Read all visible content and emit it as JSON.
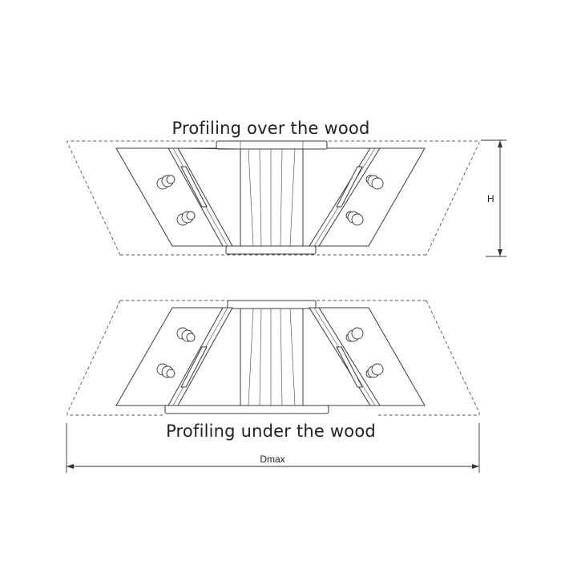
{
  "labels": {
    "over_title": "Profiling over the wood",
    "under_title": "Profiling under the wood",
    "height_dim": "H",
    "diameter_dim": "Dmax"
  }
}
